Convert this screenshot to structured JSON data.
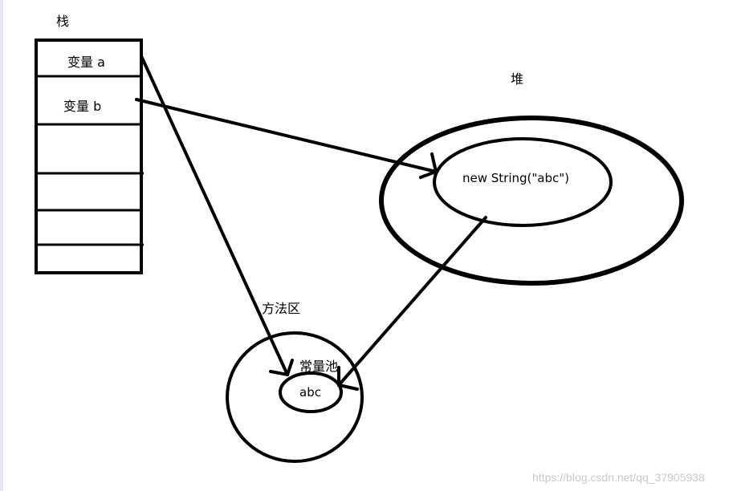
{
  "stack": {
    "title": "栈",
    "var_a": "变量 a",
    "var_b": "变量 b"
  },
  "heap": {
    "title": "堆",
    "object_label": "new String(\"abc\")"
  },
  "method_area": {
    "title": "方法区",
    "constant_pool_label": "常量池",
    "literal": "abc"
  },
  "watermark": "https://blog.csdn.net/qq_37905938",
  "colors": {
    "stroke": "#000000",
    "background": "#ffffff",
    "watermark": "#c9c9c9"
  }
}
